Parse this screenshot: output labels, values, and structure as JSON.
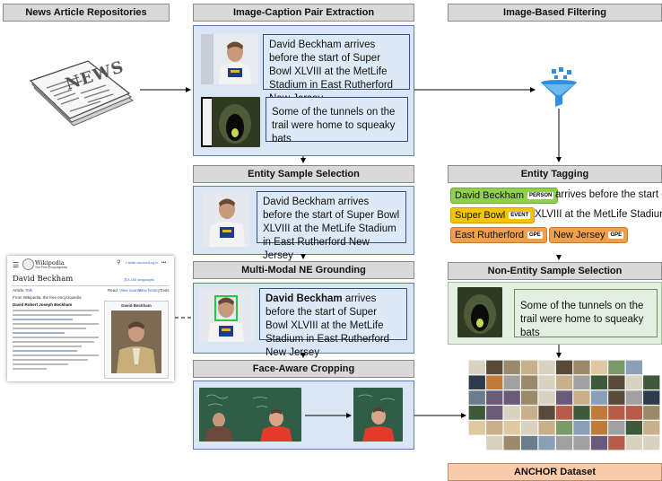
{
  "headers": {
    "news_repos": "News Article Repositories",
    "extraction": "Image-Caption Pair Extraction",
    "filtering": "Image-Based Filtering",
    "entity_sample": "Entity Sample Selection",
    "entity_tagging": "Entity Tagging",
    "grounding": "Multi-Modal NE Grounding",
    "non_entity": "Non-Entity Sample Selection",
    "face_crop": "Face-Aware Cropping",
    "anchor": "ANCHOR Dataset"
  },
  "newspaper": {
    "word": "NEWS"
  },
  "captions": {
    "beckham": "David Beckham arrives before the start of Super Bowl XLVIII at the MetLife Stadium in East Rutherford New Jersey",
    "tunnel": "Some of the tunnels on the trail were home to squeaky bats",
    "grounded_name": "David Beckham",
    "grounded_rest": " arrives before the start of Super Bowl XLVIII at the MetLife Stadium in East Rutherford New Jersey"
  },
  "tagging": {
    "row1": {
      "entity": "David Beckham",
      "label": "PERSON",
      "text": "arrives before the start of"
    },
    "row2": {
      "entity": "Super Bowl",
      "label": "EVENT",
      "text": "XLVIII at the MetLife Stadium in"
    },
    "row3": [
      {
        "entity": "East Rutherford",
        "label": "GPE"
      },
      {
        "entity": "New Jersey",
        "label": "GPE"
      }
    ],
    "colors": {
      "person": "#8fd14f",
      "event": "#f5c400",
      "gpe": "#f0a04b"
    }
  },
  "wiki": {
    "brand": "Wikipedia",
    "tagline": "The Free Encyclopedia",
    "title": "David Beckham",
    "languages": "文A 160 languages",
    "tabs": [
      "Article",
      "Talk"
    ],
    "actions": [
      "Read",
      "View source",
      "View history",
      "Tools"
    ],
    "from": "From Wikipedia, the free encyclopedia",
    "infobox_title": "David Beckham",
    "lead": "David Robert Joseph Beckham",
    "top_links": [
      "Create account",
      "Log in",
      "•••"
    ]
  },
  "colors": {
    "panel": "#dbe6f4",
    "anchor": "#f8cbad",
    "header": "#d9d9d9"
  }
}
